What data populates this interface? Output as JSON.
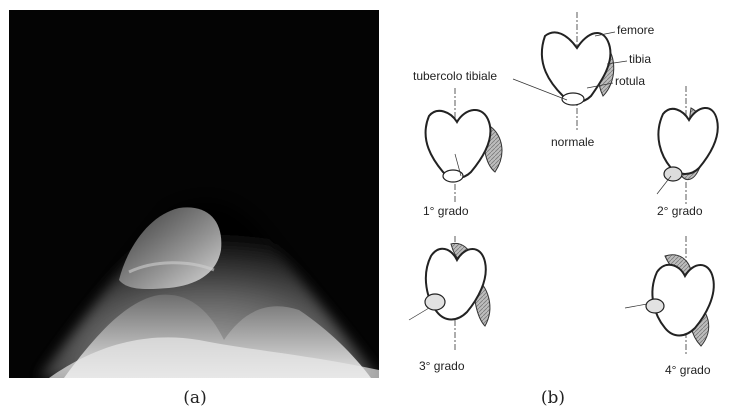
{
  "panel_a": {
    "caption": "(a)"
  },
  "panel_b": {
    "caption": "(b)",
    "labels": {
      "femore": "femore",
      "tibia": "tibia",
      "rotula": "rotula",
      "tubercolo": "tubercolo tibiale",
      "normale": "normale",
      "grado1": "1° grado",
      "grado2": "2° grado",
      "grado3": "3° grado",
      "grado4": "4° grado"
    }
  }
}
